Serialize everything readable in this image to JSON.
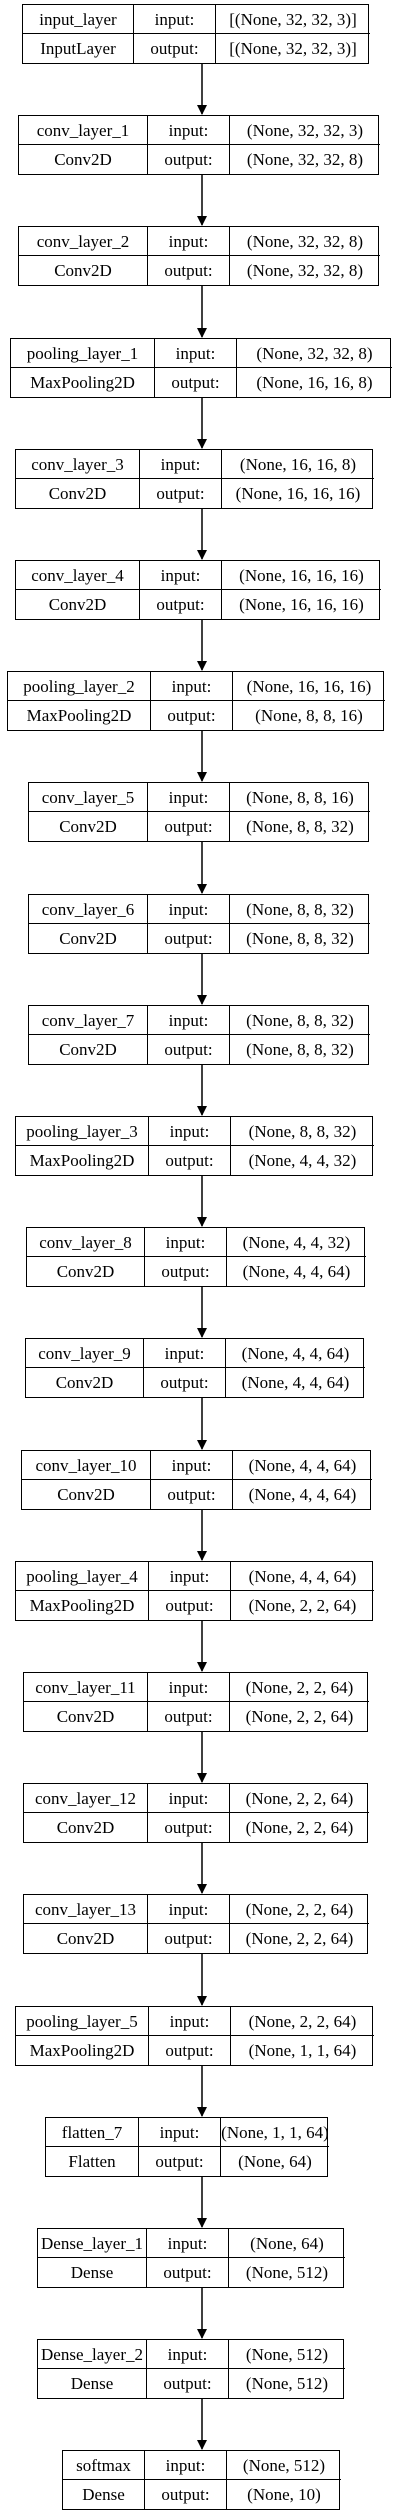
{
  "port_labels": {
    "input": "input:",
    "output": "output:"
  },
  "layers": [
    {
      "name": "input_layer",
      "type": "InputLayer",
      "input": "[(None, 32, 32, 3)]",
      "output": "[(None, 32, 32, 3)]"
    },
    {
      "name": "conv_layer_1",
      "type": "Conv2D",
      "input": "(None, 32, 32, 3)",
      "output": "(None, 32, 32, 8)"
    },
    {
      "name": "conv_layer_2",
      "type": "Conv2D",
      "input": "(None, 32, 32, 8)",
      "output": "(None, 32, 32, 8)"
    },
    {
      "name": "pooling_layer_1",
      "type": "MaxPooling2D",
      "input": "(None, 32, 32, 8)",
      "output": "(None, 16, 16, 8)"
    },
    {
      "name": "conv_layer_3",
      "type": "Conv2D",
      "input": "(None, 16, 16, 8)",
      "output": "(None, 16, 16, 16)"
    },
    {
      "name": "conv_layer_4",
      "type": "Conv2D",
      "input": "(None, 16, 16, 16)",
      "output": "(None, 16, 16, 16)"
    },
    {
      "name": "pooling_layer_2",
      "type": "MaxPooling2D",
      "input": "(None, 16, 16, 16)",
      "output": "(None, 8, 8, 16)"
    },
    {
      "name": "conv_layer_5",
      "type": "Conv2D",
      "input": "(None, 8, 8, 16)",
      "output": "(None, 8, 8, 32)"
    },
    {
      "name": "conv_layer_6",
      "type": "Conv2D",
      "input": "(None, 8, 8, 32)",
      "output": "(None, 8, 8, 32)"
    },
    {
      "name": "conv_layer_7",
      "type": "Conv2D",
      "input": "(None, 8, 8, 32)",
      "output": "(None, 8, 8, 32)"
    },
    {
      "name": "pooling_layer_3",
      "type": "MaxPooling2D",
      "input": "(None, 8, 8, 32)",
      "output": "(None, 4, 4, 32)"
    },
    {
      "name": "conv_layer_8",
      "type": "Conv2D",
      "input": "(None, 4, 4, 32)",
      "output": "(None, 4, 4, 64)"
    },
    {
      "name": "conv_layer_9",
      "type": "Conv2D",
      "input": "(None, 4, 4, 64)",
      "output": "(None, 4, 4, 64)"
    },
    {
      "name": "conv_layer_10",
      "type": "Conv2D",
      "input": "(None, 4, 4, 64)",
      "output": "(None, 4, 4, 64)"
    },
    {
      "name": "pooling_layer_4",
      "type": "MaxPooling2D",
      "input": "(None, 4, 4, 64)",
      "output": "(None, 2, 2, 64)"
    },
    {
      "name": "conv_layer_11",
      "type": "Conv2D",
      "input": "(None, 2, 2, 64)",
      "output": "(None, 2, 2, 64)"
    },
    {
      "name": "conv_layer_12",
      "type": "Conv2D",
      "input": "(None, 2, 2, 64)",
      "output": "(None, 2, 2, 64)"
    },
    {
      "name": "conv_layer_13",
      "type": "Conv2D",
      "input": "(None, 2, 2, 64)",
      "output": "(None, 2, 2, 64)"
    },
    {
      "name": "pooling_layer_5",
      "type": "MaxPooling2D",
      "input": "(None, 2, 2, 64)",
      "output": "(None, 1, 1, 64)"
    },
    {
      "name": "flatten_7",
      "type": "Flatten",
      "input": "(None, 1, 1, 64)",
      "output": "(None, 64)"
    },
    {
      "name": "Dense_layer_1",
      "type": "Dense",
      "input": "(None, 64)",
      "output": "(None, 512)"
    },
    {
      "name": "Dense_layer_2",
      "type": "Dense",
      "input": "(None, 512)",
      "output": "(None, 512)"
    },
    {
      "name": "softmax",
      "type": "Dense",
      "input": "(None, 512)",
      "output": "(None, 10)"
    }
  ]
}
